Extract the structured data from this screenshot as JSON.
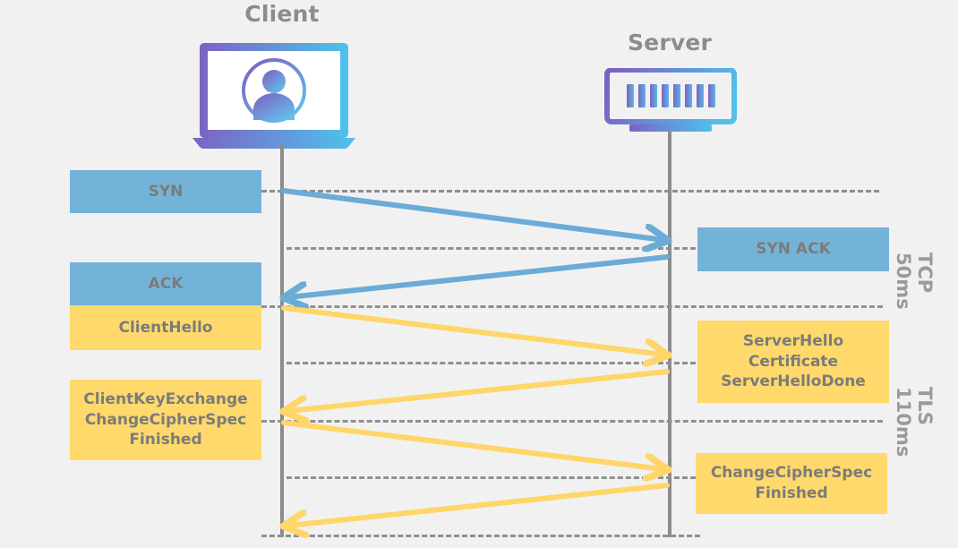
{
  "diagram": {
    "title_client": "Client",
    "title_server": "Server",
    "background_color": "#f1f1f1",
    "colors": {
      "tcp_box": "#74b3d8",
      "tls_box": "#ffd96b",
      "tcp_arrow": "#6bacd6",
      "tls_arrow": "#ffd66a",
      "lifeline": "#8c8c8c",
      "text": "#7b7b7b",
      "title_text": "#8c8c8c",
      "phase_text": "#9a9a9a",
      "icon_gradient_start": "#7b63c4",
      "icon_gradient_end": "#56c0e8"
    }
  },
  "icons": {
    "client": "laptop-user-icon",
    "server": "rack-server-icon"
  },
  "client_messages": [
    {
      "id": "syn",
      "label_lines": [
        "SYN"
      ],
      "color": "#74b3d8",
      "type": "tcp"
    },
    {
      "id": "ack",
      "label_lines": [
        "ACK"
      ],
      "color": "#74b3d8",
      "type": "tcp"
    },
    {
      "id": "client-hello",
      "label_lines": [
        "ClientHello"
      ],
      "color": "#ffd96b",
      "type": "tls"
    },
    {
      "id": "client-key-exchange",
      "label_lines": [
        "ClientKeyExchange",
        "ChangeCipherSpec",
        "Finished"
      ],
      "color": "#ffd96b",
      "type": "tls"
    }
  ],
  "server_messages": [
    {
      "id": "syn-ack",
      "label_lines": [
        "SYN ACK"
      ],
      "color": "#74b3d8",
      "type": "tcp"
    },
    {
      "id": "server-hello",
      "label_lines": [
        "ServerHello",
        "Certificate",
        "ServerHelloDone"
      ],
      "color": "#ffd96b",
      "type": "tls"
    },
    {
      "id": "server-change-cipher",
      "label_lines": [
        "ChangeCipherSpec",
        "Finished"
      ],
      "color": "#ffd96b",
      "type": "tls"
    }
  ],
  "phases": [
    {
      "id": "tcp",
      "name": "TCP",
      "duration": "50ms",
      "lines": [
        "TCP",
        "50ms"
      ]
    },
    {
      "id": "tls",
      "name": "TLS",
      "duration": "110ms",
      "lines": [
        "TLS",
        "110ms"
      ]
    }
  ],
  "flows": [
    {
      "id": "flow-syn",
      "direction": "client-to-server",
      "color": "#6bacd6",
      "protocol": "TCP"
    },
    {
      "id": "flow-syn-ack",
      "direction": "server-to-client",
      "color": "#6bacd6",
      "protocol": "TCP"
    },
    {
      "id": "flow-client-hello",
      "direction": "client-to-server",
      "color": "#ffd66a",
      "protocol": "TLS"
    },
    {
      "id": "flow-server-hello",
      "direction": "server-to-client",
      "color": "#ffd66a",
      "protocol": "TLS"
    },
    {
      "id": "flow-client-key",
      "direction": "client-to-server",
      "color": "#ffd66a",
      "protocol": "TLS"
    },
    {
      "id": "flow-server-finished",
      "direction": "server-to-client",
      "color": "#ffd66a",
      "protocol": "TLS"
    }
  ]
}
